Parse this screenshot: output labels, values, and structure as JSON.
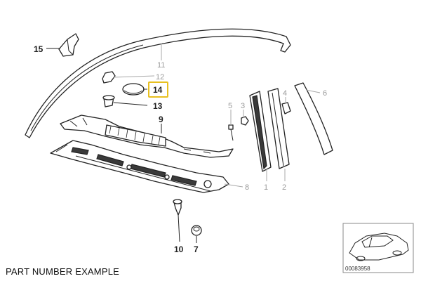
{
  "callouts": {
    "c1": "1",
    "c2": "2",
    "c3": "3",
    "c4": "4",
    "c5": "5",
    "c6": "6",
    "c7": "7",
    "c8": "8",
    "c9": "9",
    "c10": "10",
    "c11": "11",
    "c12": "12",
    "c13": "13",
    "c14": "14",
    "c15": "15"
  },
  "highlighted_callout": "14",
  "highlight_color": "#e8c020",
  "caption": "PART NUMBER EXAMPLE",
  "diagram_id": "00083958"
}
